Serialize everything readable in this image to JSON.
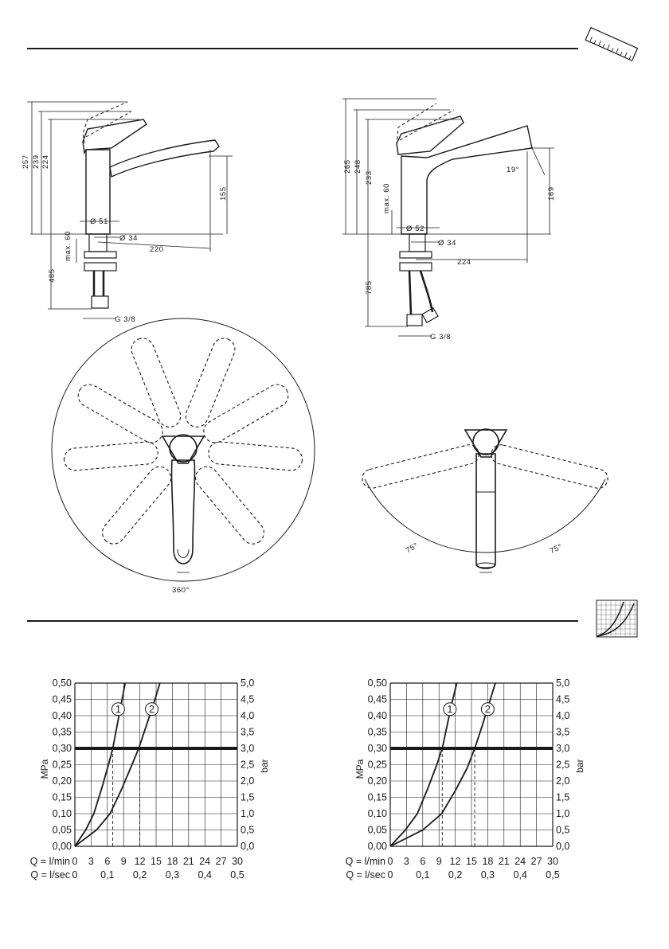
{
  "faucet_left": {
    "dims": [
      "257",
      "239",
      "224",
      "155",
      "Ø 51",
      "Ø 34",
      "220",
      "max. 60",
      "485",
      "G 3/8"
    ]
  },
  "faucet_right": {
    "dims": [
      "265",
      "248",
      "233",
      "max. 60",
      "169",
      "19°",
      "Ø 52",
      "Ø 34",
      "224",
      "785",
      "G 3/8"
    ]
  },
  "rotation": {
    "left_angle": "360°",
    "right_angle_a": "75°",
    "right_angle_b": "75°"
  },
  "icons": {
    "dimensions": "ruler-icon",
    "flow": "flow-chart-icon"
  },
  "chart_data": [
    {
      "type": "line",
      "ylabel_left": "MPa",
      "ylabel_right": "bar",
      "ylim": [
        0,
        0.5
      ],
      "y_ticks": [
        "0,00",
        "0,05",
        "0,10",
        "0,15",
        "0,20",
        "0,25",
        "0,30",
        "0,35",
        "0,40",
        "0,45",
        "0,50"
      ],
      "y2_ticks": [
        "0,0",
        "0,5",
        "1,0",
        "1,5",
        "2,0",
        "2,5",
        "3,0",
        "3,5",
        "4,0",
        "4,5",
        "5,0"
      ],
      "x_label_1": "Q = l/min",
      "x_ticks_1": [
        "0",
        "3",
        "6",
        "9",
        "12",
        "15",
        "18",
        "21",
        "24",
        "27",
        "30"
      ],
      "x_label_2": "Q = l/sec",
      "x_ticks_2": [
        "0",
        "0,1",
        "0,2",
        "0,3",
        "0,4",
        "0,5"
      ],
      "xlim": [
        0,
        30
      ],
      "reference_pressure": 0.3,
      "series": [
        {
          "name": "1",
          "x": [
            0,
            2,
            3.5,
            5,
            6.2,
            7.0,
            7.8,
            8.6,
            9.3
          ],
          "y": [
            0,
            0.05,
            0.1,
            0.18,
            0.25,
            0.3,
            0.37,
            0.44,
            0.5
          ],
          "marker_x": 8.0,
          "marker_y": 0.42,
          "drop_x": 7.0
        },
        {
          "name": "2",
          "x": [
            0,
            4,
            6.5,
            8.5,
            10.3,
            11.8,
            13.2,
            14.6,
            15.7
          ],
          "y": [
            0,
            0.05,
            0.1,
            0.17,
            0.24,
            0.3,
            0.37,
            0.44,
            0.5
          ],
          "marker_x": 14.2,
          "marker_y": 0.42,
          "drop_x": 12.0
        }
      ]
    },
    {
      "type": "line",
      "ylabel_left": "MPa",
      "ylabel_right": "bar",
      "ylim": [
        0,
        0.5
      ],
      "y_ticks": [
        "0,00",
        "0,05",
        "0,10",
        "0,15",
        "0,20",
        "0,25",
        "0,30",
        "0,35",
        "0,40",
        "0,45",
        "0,50"
      ],
      "y2_ticks": [
        "0,0",
        "0,5",
        "1,0",
        "1,5",
        "2,0",
        "2,5",
        "3,0",
        "3,5",
        "4,0",
        "4,5",
        "5,0"
      ],
      "x_label_1": "Q = l/min",
      "x_ticks_1": [
        "0",
        "3",
        "6",
        "9",
        "12",
        "15",
        "18",
        "21",
        "24",
        "27",
        "30"
      ],
      "x_label_2": "Q = l/sec",
      "x_ticks_2": [
        "0",
        "0,1",
        "0,2",
        "0,3",
        "0,4",
        "0,5"
      ],
      "xlim": [
        0,
        30
      ],
      "reference_pressure": 0.3,
      "series": [
        {
          "name": "1",
          "x": [
            0,
            2.8,
            5,
            7,
            8.6,
            9.6,
            10.5,
            11.4,
            12.3
          ],
          "y": [
            0,
            0.05,
            0.1,
            0.18,
            0.25,
            0.3,
            0.37,
            0.44,
            0.5
          ],
          "marker_x": 11.0,
          "marker_y": 0.42,
          "drop_x": 9.6
        },
        {
          "name": "2",
          "x": [
            0,
            6,
            9.5,
            12,
            14.2,
            15.6,
            17.0,
            18.3,
            19.4
          ],
          "y": [
            0,
            0.05,
            0.1,
            0.17,
            0.24,
            0.3,
            0.37,
            0.44,
            0.5
          ],
          "marker_x": 18.0,
          "marker_y": 0.42,
          "drop_x": 15.6
        }
      ]
    }
  ]
}
